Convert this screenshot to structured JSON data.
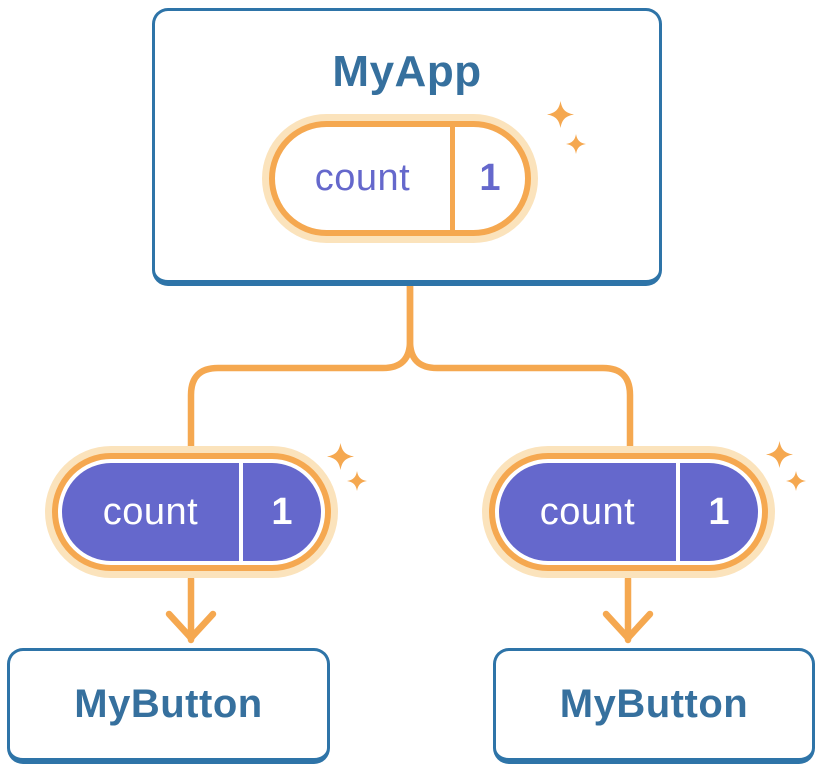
{
  "diagram": {
    "description": "React component tree showing state passed from parent to children",
    "tree": {
      "root": {
        "name": "MyApp",
        "state": {
          "label": "count",
          "value": "1"
        }
      },
      "children": [
        {
          "name": "MyButton",
          "state": {
            "label": "count",
            "value": "1"
          }
        },
        {
          "name": "MyButton",
          "state": {
            "label": "count",
            "value": "1"
          }
        }
      ]
    },
    "icons": {
      "sparkle": "four-point star"
    },
    "colors": {
      "background": "#FFFFFF",
      "card_border_blue": "#2E74A8",
      "card_text_blue": "#36709E",
      "pill_ring_orange": "#F5A850",
      "pill_halo_orange": "#FBE3BC",
      "state_purple": "#6568CC",
      "connector_orange": "#F5A850",
      "pill_text_white": "#FFFFFF"
    }
  }
}
